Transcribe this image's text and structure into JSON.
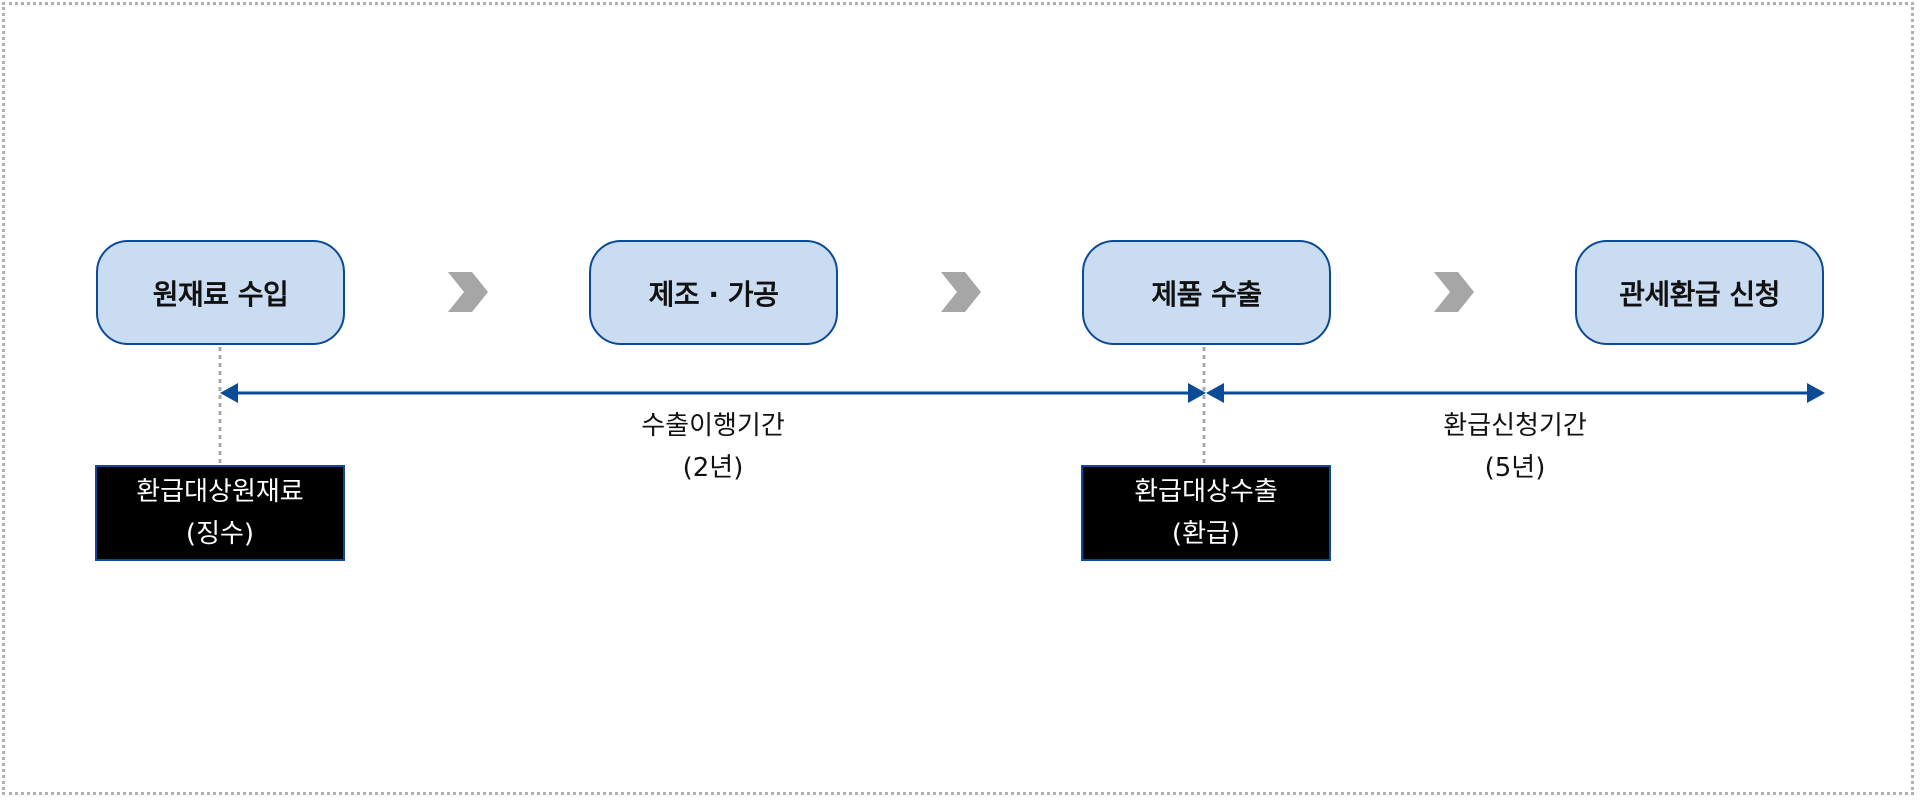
{
  "steps": [
    {
      "label": "원재료 수입"
    },
    {
      "label": "제조 · 가공"
    },
    {
      "label": "제품 수출"
    },
    {
      "label": "관세환급 신청"
    }
  ],
  "periods": [
    {
      "line1": "수출이행기간",
      "line2": "(2년)"
    },
    {
      "line1": "환급신청기간",
      "line2": "(5년)"
    }
  ],
  "notes": [
    {
      "line1": "환급대상원재료",
      "line2": "(징수)"
    },
    {
      "line1": "환급대상수출",
      "line2": "(환급)"
    }
  ],
  "colors": {
    "step_fill": "#cadcf1",
    "step_border": "#0b4a96",
    "arrow": "#0b4a96",
    "chevron": "#a6a6a6",
    "note_fill": "#000000",
    "dotted_guide": "#aaaaaa"
  },
  "icons": {
    "flow_arrow": "chevron-right-icon",
    "period_arrow": "double-headed-arrow-icon"
  }
}
